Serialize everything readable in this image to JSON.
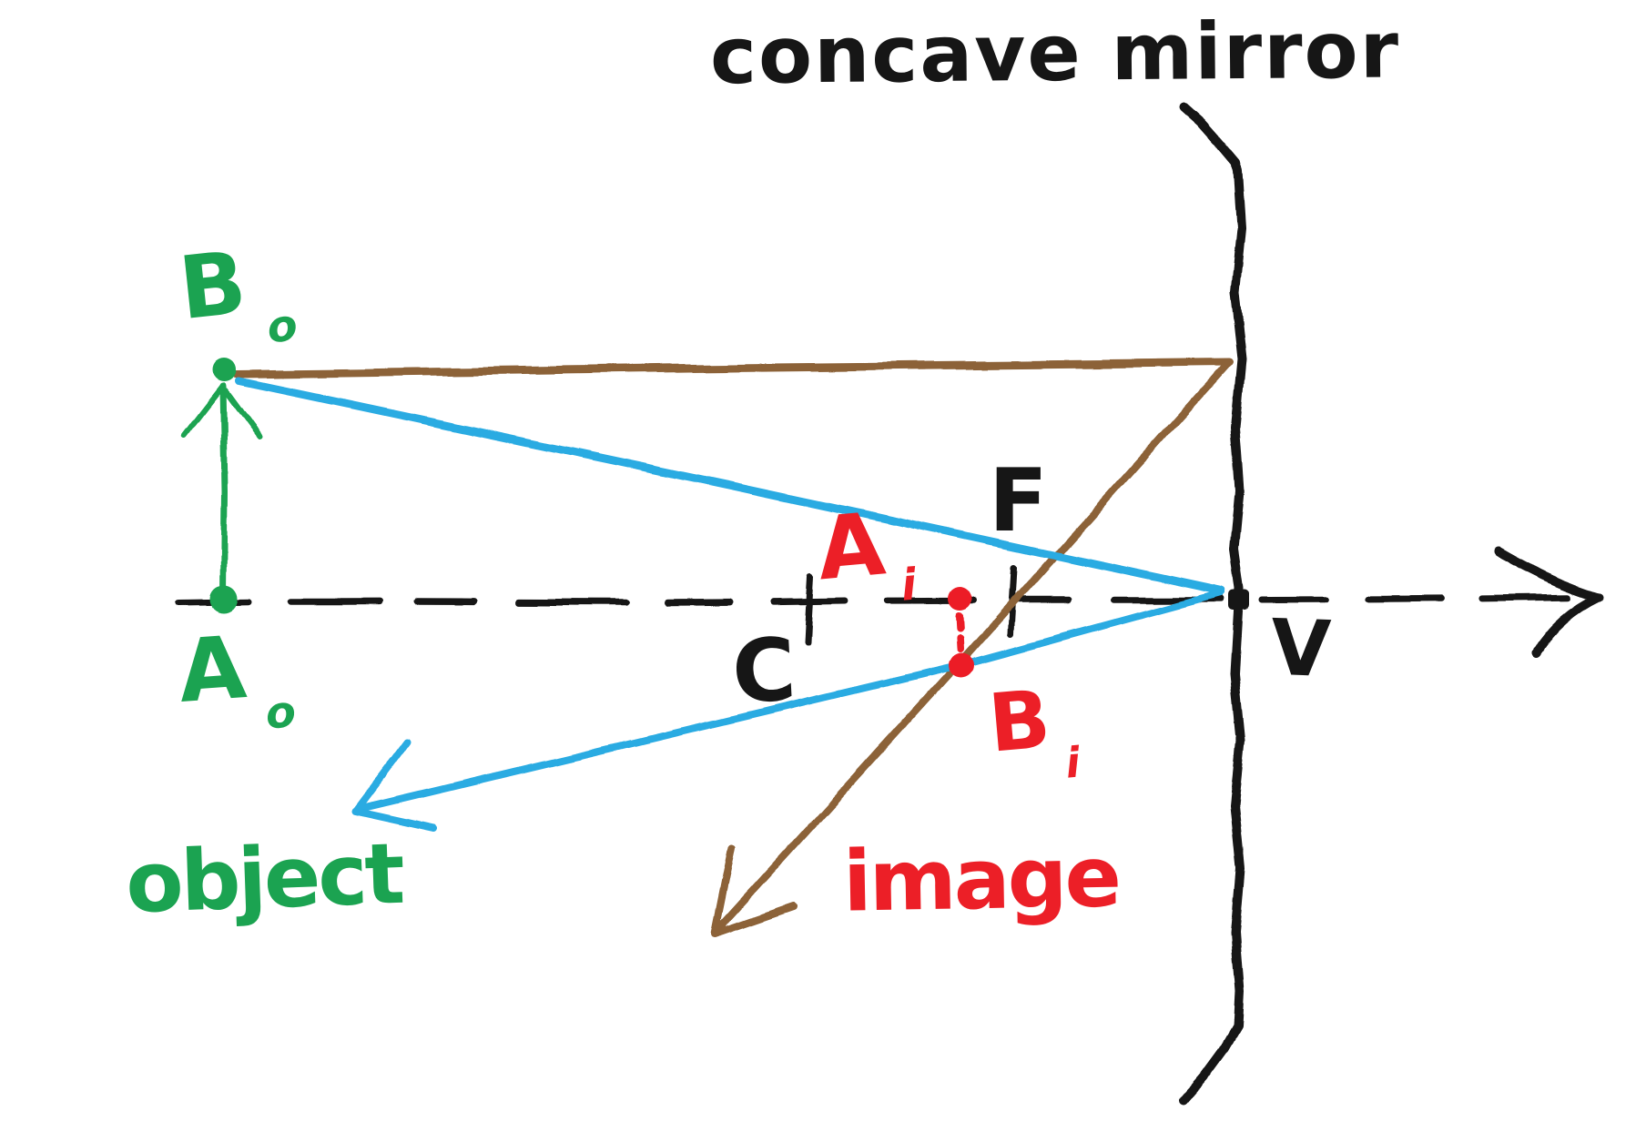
{
  "diagram": {
    "title": "concave mirror",
    "colors": {
      "object_green": "#1BA351",
      "ray_blue": "#29ABE2",
      "ray_brown": "#8C6239",
      "image_red": "#EC1F27",
      "ink_black": "#161616"
    },
    "labels": {
      "object_top": {
        "main": "B",
        "sub": "o"
      },
      "object_bottom": {
        "main": "A",
        "sub": "o"
      },
      "image_top": {
        "main": "A",
        "sub": "i"
      },
      "image_bottom": {
        "main": "B",
        "sub": "i"
      },
      "center_of_curvature": "C",
      "focal_point": "F",
      "vertex": "V",
      "object_caption": "object",
      "image_caption": "image"
    }
  }
}
